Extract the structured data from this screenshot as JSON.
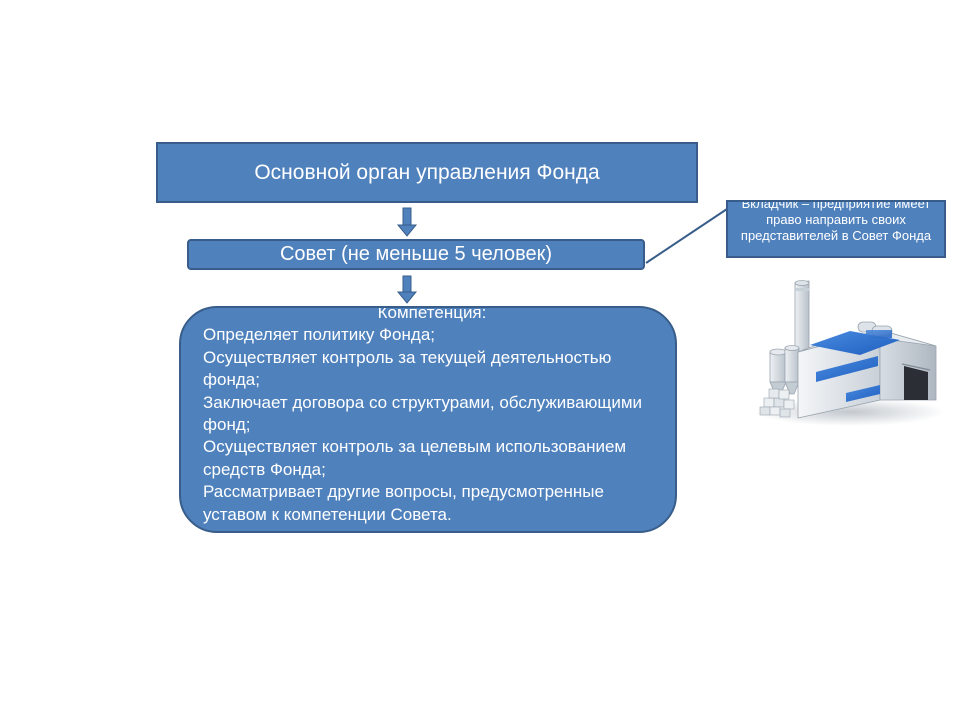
{
  "diagram": {
    "main_body": "Основной орган управления Фонда",
    "council": "Совет (не меньше 5 человек)",
    "competence": {
      "title": "Компетенция:",
      "items": [
        "Определяет политику Фонда;",
        "Осуществляет контроль за текущей деятельностью фонда;",
        "Заключает договора со структурами, обслуживающими фонд;",
        "Осуществляет контроль за целевым использованием средств Фонда;",
        "Рассматривает другие вопросы, предусмотренные уставом к компетенции Совета."
      ]
    },
    "contributor_note": "Вкладчик – предприятие имеет право направить своих представителей в Совет Фонда",
    "icons": {
      "factory": "factory-icon",
      "arrows": "arrow-down-icon"
    },
    "colors": {
      "box_fill": "#4f81bd",
      "box_border": "#385d8a",
      "connector": "#385d8a",
      "text": "#ffffff"
    }
  }
}
